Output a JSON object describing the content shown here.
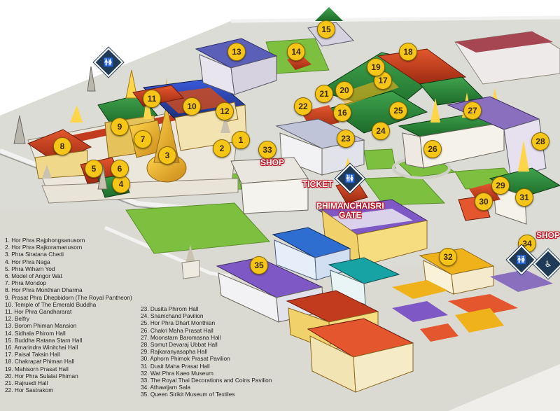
{
  "map": {
    "building_markers": [
      "1",
      "2",
      "3",
      "4",
      "5",
      "6",
      "7",
      "8",
      "9",
      "10",
      "11",
      "12",
      "13",
      "14",
      "15",
      "16",
      "17",
      "18",
      "19",
      "20",
      "21",
      "22",
      "23",
      "24",
      "25",
      "26",
      "27",
      "28",
      "29",
      "30",
      "31",
      "32",
      "33",
      "34",
      "35"
    ],
    "place_labels": {
      "shop_left": "SHOP",
      "shop_right": "SHOP",
      "ticket": "TICKET",
      "gate": "PHIMANCHAISRI\nGATE"
    },
    "icons": {
      "restroom_top": "restroom-icon",
      "restroom_mid": "restroom-icon",
      "restroom_right": "restroom-icon",
      "camera": "camera-icon",
      "accessible": "wheelchair-icon"
    },
    "colors": {
      "marker_fill": "#f5c518",
      "label_red": "#c1121f",
      "icon_blue": "#1f3b57",
      "lawn": "#7dbf3f"
    }
  },
  "legend": {
    "left": [
      "1.  Hor Phra Rajphongsanusorn",
      "2.  Hor Phra Rajkoramanusorn",
      "3.  Phra Siratana Chedi",
      "4.  Hor Phra Naga",
      "5.  Phra Wiharn Yod",
      "6.  Model of Angor Wat",
      "7.  Phra Mondop",
      "8.  Hor Phra Monthian Dharma",
      "9.  Prasat Phra Dhepbidorn (The Royal Pantheon)",
      "10. Temple of The Emerald Buddha",
      "11.  Hor Phra Gandhararat",
      "12.  Belfry",
      "13.  Borom Phiman Mansion",
      "14.  Sidhala Phirom Hall",
      "15.  Buddha Ratana Starn Hall",
      "16.  Amarindra Winitchai Hall",
      "17.  Paisal Taksin Hall",
      "18.  Chakrapat Phiman Hall",
      "19.  Mahisorn Prasat Hall",
      "20.  Hor Phra Sulalai Phiman",
      "21.  Rajruedi Hall",
      "22.  Hor Sastrakom"
    ],
    "right": [
      "23.  Dusita Phirom Hall",
      "24.  Snamchand Pavilion",
      "25.  Hor Phra Dhart Monthian",
      "26.  Chakri Maha Prasat Hall",
      "27.  Moonstarn Baromasna Hall",
      "28.  Somut Devaraj Ubbat Hall",
      "29.  Rajkaranyasapha Hall",
      "30.  Aphorn Phimok Prasat Pavilion",
      "31.  Dusit Maha Prasat Hall",
      "32.  Wat Phra Kaeo Museum",
      "33.  The Royal Thai Decorations and Coins Pavilion",
      "34.  Athawijarn Sala",
      "35.  Queen Sirikit Museum of Textiles"
    ]
  }
}
